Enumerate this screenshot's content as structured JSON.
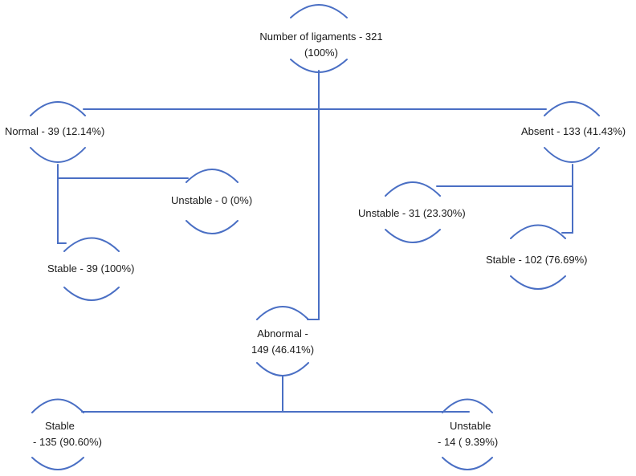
{
  "colors": {
    "line": "#4a6fc4",
    "text": "#1a1a1a",
    "background": "#ffffff"
  },
  "nodes": {
    "total": {
      "line1": "Number of ligaments - 321",
      "line2": "(100%)"
    },
    "normal": {
      "label": "Normal - 39 (12.14%)"
    },
    "absent": {
      "label": "Absent - 133 (41.43%)"
    },
    "normal_unstable": {
      "label": "Unstable - 0 (0%)"
    },
    "normal_stable": {
      "label": "Stable - 39 (100%)"
    },
    "absent_unstable": {
      "label": "Unstable - 31 (23.30%)"
    },
    "absent_stable": {
      "label": "Stable - 102 (76.69%)"
    },
    "abnormal": {
      "line1": "Abnormal -",
      "line2": "149 (46.41%)"
    },
    "abnormal_stable": {
      "line1": "Stable",
      "line2": "- 135 (90.60%)"
    },
    "abnormal_unstable": {
      "line1": "Unstable",
      "line2": "- 14 ( 9.39%)"
    }
  }
}
